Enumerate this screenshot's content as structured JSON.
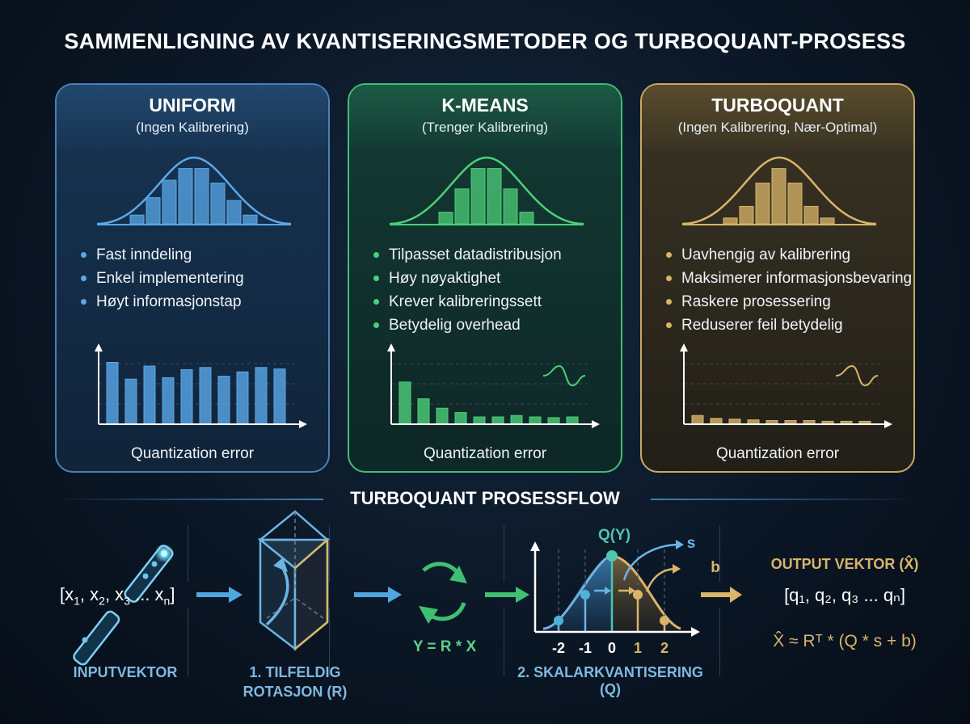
{
  "title": "SAMMENLIGNING AV KVANTISERINGSMETODER OG TURBOQUANT-PROSESS",
  "colors": {
    "uniform": "#5aa8e8",
    "kmeans": "#4ccf7a",
    "turboquant": "#d9b56a"
  },
  "panels": [
    {
      "title": "UNIFORM",
      "subtitle": "(Ingen Kalibrering)",
      "bullets": [
        "Fast inndeling",
        "Enkel implementering",
        "Høyt informasjonstap"
      ],
      "error_label": "Quantization error",
      "histogram": [
        0.15,
        0.45,
        0.75,
        0.95,
        0.95,
        0.7,
        0.4,
        0.15
      ],
      "error_bars": [
        0.85,
        0.62,
        0.8,
        0.64,
        0.75,
        0.78,
        0.66,
        0.72,
        0.78,
        0.76
      ]
    },
    {
      "title": "K-MEANS",
      "subtitle": "(Trenger Kalibrering)",
      "bullets": [
        "Tilpasset datadistribusjon",
        "Høy nøyaktighet",
        "Krever kalibreringssett",
        "Betydelig overhead"
      ],
      "error_label": "Quantization error",
      "histogram": [
        0.2,
        0.6,
        0.95,
        0.95,
        0.6,
        0.2
      ],
      "error_bars": [
        0.58,
        0.35,
        0.22,
        0.16,
        0.1,
        0.1,
        0.12,
        0.1,
        0.09,
        0.1
      ]
    },
    {
      "title": "TURBOQUANT",
      "subtitle": "(Ingen Kalibrering, Nær-Optimal)",
      "bullets": [
        "Uavhengig av kalibrering",
        "Maksimerer informasjonsbevaring",
        "Raskere prosessering",
        "Reduserer feil betydelig"
      ],
      "error_label": "Quantization error",
      "histogram": [
        0.1,
        0.3,
        0.7,
        0.95,
        0.7,
        0.3,
        0.1
      ],
      "error_bars": [
        0.12,
        0.08,
        0.07,
        0.06,
        0.05,
        0.05,
        0.05,
        0.04,
        0.04,
        0.04
      ]
    }
  ],
  "flow": {
    "title": "TURBOQUANT PROSESSFLOW",
    "input_vector": {
      "open": "[x",
      "s1": "1",
      ", x": ", x",
      "s2": "2",
      "s3": "3",
      "sn": "n",
      "close": "]"
    },
    "input_label": "INPUTVEKTOR",
    "rotation_label_1": "1. TILFELDIG",
    "rotation_label_2": "ROTASJON (R)",
    "equation": "Y = R * X",
    "q_label": "Q(Y)",
    "s_label": "s",
    "b_label": "b",
    "ticks": [
      "-2",
      "-1",
      "0",
      "1",
      "2"
    ],
    "quant_label": "2. SKALARKVANTISERING (Q)",
    "output_title": "OUTPUT VEKTOR (X̂)",
    "output_vector": "[q₁, q₂, q₃ ... qₙ]",
    "reconstruction": "X̂ ≈ Rᵀ * (Q * s + b)"
  }
}
